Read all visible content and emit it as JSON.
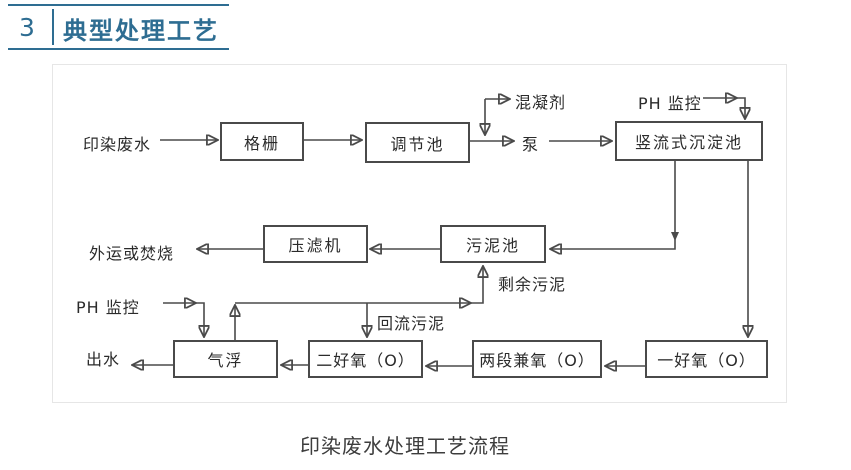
{
  "header": {
    "section_number": "3",
    "title": "典型处理工艺"
  },
  "diagram": {
    "boxes": {
      "grid_screen": "格栅",
      "regulating_tank": "调节池",
      "vertical_flow_sedimentation_tank": "竖流式沉淀池",
      "filter_press": "压滤机",
      "sludge_tank": "污泥池",
      "air_flotation": "气浮",
      "second_aerobic": "二好氧（O）",
      "two_stage_facultative": "两段兼氧（O）",
      "first_aerobic": "一好氧（O）"
    },
    "labels": {
      "influent": "印染废水",
      "coagulant": "混凝剂",
      "pump": "泵",
      "ph_monitor_top": "PH 监控",
      "disposal": "外运或焚烧",
      "excess_sludge": "剩余污泥",
      "ph_monitor_bottom": "PH 监控",
      "return_sludge": "回流污泥",
      "effluent": "出水"
    }
  },
  "caption": "印染废水处理工艺流程",
  "colors": {
    "accent": "#2e6d92",
    "ink": "#4a4a4a"
  }
}
